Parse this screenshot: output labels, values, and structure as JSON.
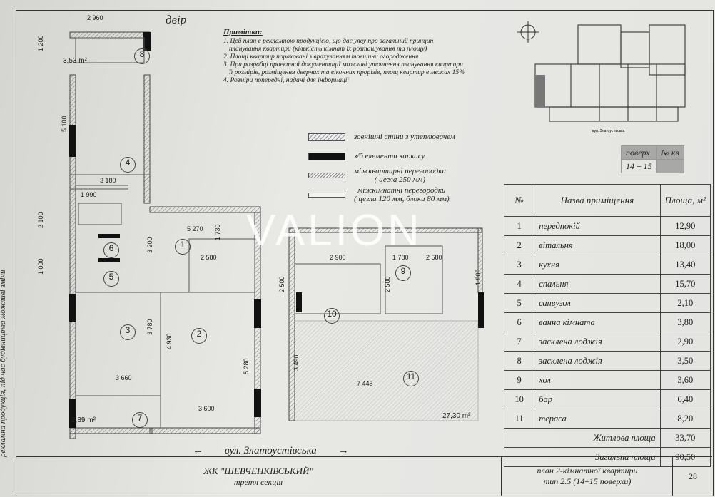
{
  "courtyard": "двір",
  "street": "вул. Златоустівська",
  "side_note": "рекламна продукція, під час будівництва можливі зміни",
  "watermark": "VALION",
  "notes": {
    "title": "Примітки:",
    "items": [
      "1. Цей план є рекламною продукцією, що дає уяву про загальний принцип",
      "планування квартири (кількість кімнат їх розташування та площу)",
      "2. Площі квартир пораховані з врахуванням товщини огородження",
      "3. При розробці проектної документації можливі уточнення планування квартири",
      "її розмірів, розміщення дверних та віконних прорізів, площ квартир в межах 15%",
      "4. Розміри попередні, надані для інформації"
    ]
  },
  "legend": [
    {
      "label": "зовнішні стіни з утеплювачем"
    },
    {
      "label": "з/б елементи каркасу"
    },
    {
      "label": "міжквартирні перегородки",
      "sub": "( цегла 250 мм)"
    },
    {
      "label": "міжкімнатні перегородки",
      "sub": "( цегла 120 мм, блоки 80 мм)"
    }
  ],
  "key_plan_street": "вул. Златоустівська",
  "floor_table": {
    "h1": "поверх",
    "h2": "№ кв",
    "floor": "14 ÷ 15",
    "apt": ""
  },
  "rooms_table": {
    "h_num": "№",
    "h_name": "Назва приміщення",
    "h_area": "Площа, м²",
    "rows": [
      {
        "n": "1",
        "name": "передпокій",
        "area": "12,90"
      },
      {
        "n": "2",
        "name": "вітальня",
        "area": "18,00"
      },
      {
        "n": "3",
        "name": "кухня",
        "area": "13,40"
      },
      {
        "n": "4",
        "name": "спальня",
        "area": "15,70"
      },
      {
        "n": "5",
        "name": "санвузол",
        "area": "2,10"
      },
      {
        "n": "6",
        "name": "ванна кімната",
        "area": "3,80"
      },
      {
        "n": "7",
        "name": "засклена лоджія",
        "area": "2,90"
      },
      {
        "n": "8",
        "name": "засклена лоджія",
        "area": "3,50"
      },
      {
        "n": "9",
        "name": "хол",
        "area": "3,60"
      },
      {
        "n": "10",
        "name": "бар",
        "area": "6,40"
      },
      {
        "n": "11",
        "name": "тераса",
        "area": "8,20"
      }
    ],
    "living_label": "Житлова площа",
    "living": "33,70",
    "total_label": "Загальна площа",
    "total": "90,50"
  },
  "plan": {
    "dims": [
      "2 960",
      "1 200",
      "5 100",
      "3 180",
      "1 990",
      "2 100",
      "1 000",
      "5 270",
      "1 730",
      "2 580",
      "3 200",
      "3 780",
      "4 930",
      "5 280",
      "3 660",
      "3 600",
      "2 900",
      "1 780",
      "2 580",
      "2 500",
      "2 500",
      "1 900",
      "3 490",
      "7 445"
    ],
    "areas": [
      "3,53 m²",
      "2,89 m²",
      "27,30 m²"
    ],
    "room_nums": [
      "1",
      "2",
      "3",
      "4",
      "5",
      "6",
      "7",
      "8",
      "9",
      "10",
      "11"
    ]
  },
  "footer": {
    "complex": "ЖК \"ШЕВЧЕНКІВСЬКИЙ\"",
    "section": "третя секція",
    "plan1": "план 2-кімнатної квартири",
    "plan2": "тип 2.5 (14÷15 поверхи)",
    "page": "28"
  }
}
